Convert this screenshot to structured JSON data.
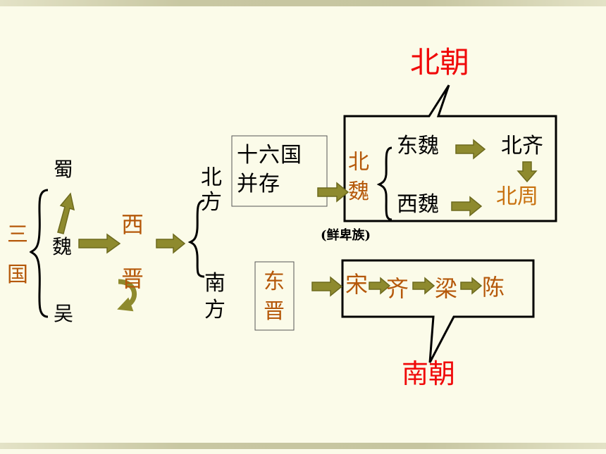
{
  "nodes": {
    "san_guo": "三国",
    "shu": "蜀",
    "wei": "魏",
    "wu": "吴",
    "xi_jin": "西晋",
    "bei_fang": "北方",
    "nan_fang": "南方",
    "shi_liu_guo": "十六国并存",
    "dong_jin": "东晋",
    "bei_wei": "北魏",
    "xianbei": "(鲜卑族)",
    "dong_wei": "东魏",
    "bei_qi": "北齐",
    "xi_wei": "西魏",
    "bei_zhou": "北周",
    "song": "宋",
    "qi": "齐",
    "liang": "梁",
    "chen": "陈",
    "bei_chao": "北朝",
    "nan_chao": "南朝"
  },
  "colors": {
    "arrow_fill": "#8e8a2e",
    "arrow_stroke": "#6d6a1e",
    "brown_text": "#b5580a",
    "red_text": "#f00a0a",
    "gold_text": "#c8710f",
    "background": "#fbfbe9"
  }
}
